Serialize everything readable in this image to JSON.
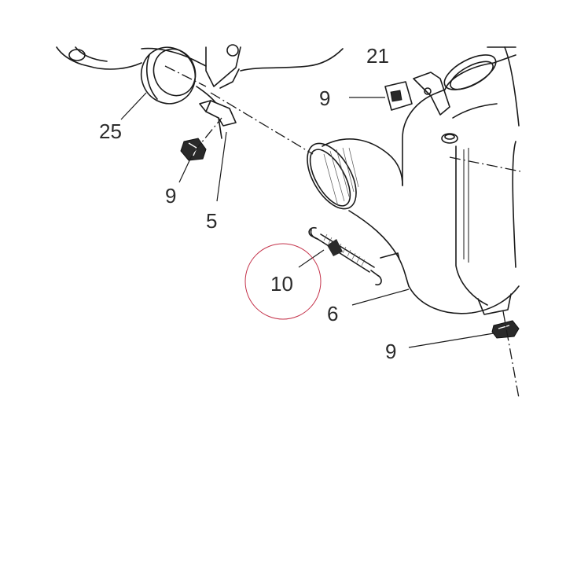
{
  "diagram": {
    "callouts": {
      "c21": "21",
      "c9_top": "9",
      "c25": "25",
      "c9_left": "9",
      "c5": "5",
      "c10": "10",
      "c6": "6",
      "c9_bottom": "9"
    },
    "highlight_color": "#c4324a",
    "line_color": "#1a1a1a"
  }
}
